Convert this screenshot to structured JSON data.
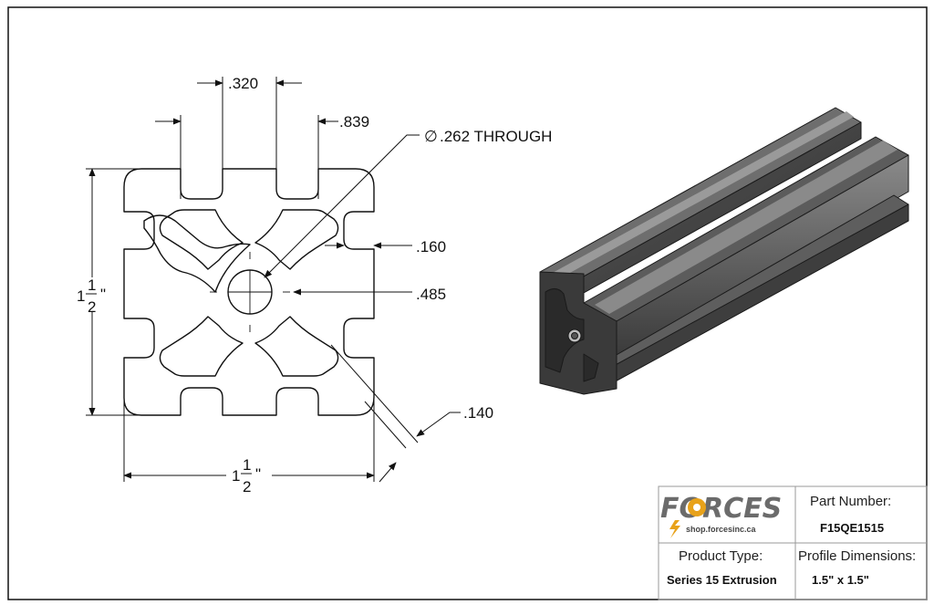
{
  "dimensions": {
    "slot_width": ".320",
    "slot_depth": ".839",
    "hole": ".262 THROUGH",
    "diameter_symbol": "∅",
    "wall": ".160",
    "center_web": ".485",
    "corner": ".140",
    "height_whole": "1",
    "width_whole": "1",
    "frac_num": "1",
    "frac_den": "2",
    "inch_mark": "\""
  },
  "title_block": {
    "logo_text": "FORCES",
    "logo_site": "shop.forcesinc.ca",
    "part_number_label": "Part Number:",
    "part_number_value": "F15QE1515",
    "product_type_label": "Product Type:",
    "product_type_value": "Series 15 Extrusion",
    "profile_dim_label": "Profile Dimensions:",
    "profile_dim_value": "1.5\" x 1.5\""
  },
  "colors": {
    "line": "#111111",
    "profile_fill": "#ffffff",
    "extrusion_dark": "#3c3c3c",
    "extrusion_light": "#7a7a7a",
    "logo_gear": "#e8a21a"
  }
}
